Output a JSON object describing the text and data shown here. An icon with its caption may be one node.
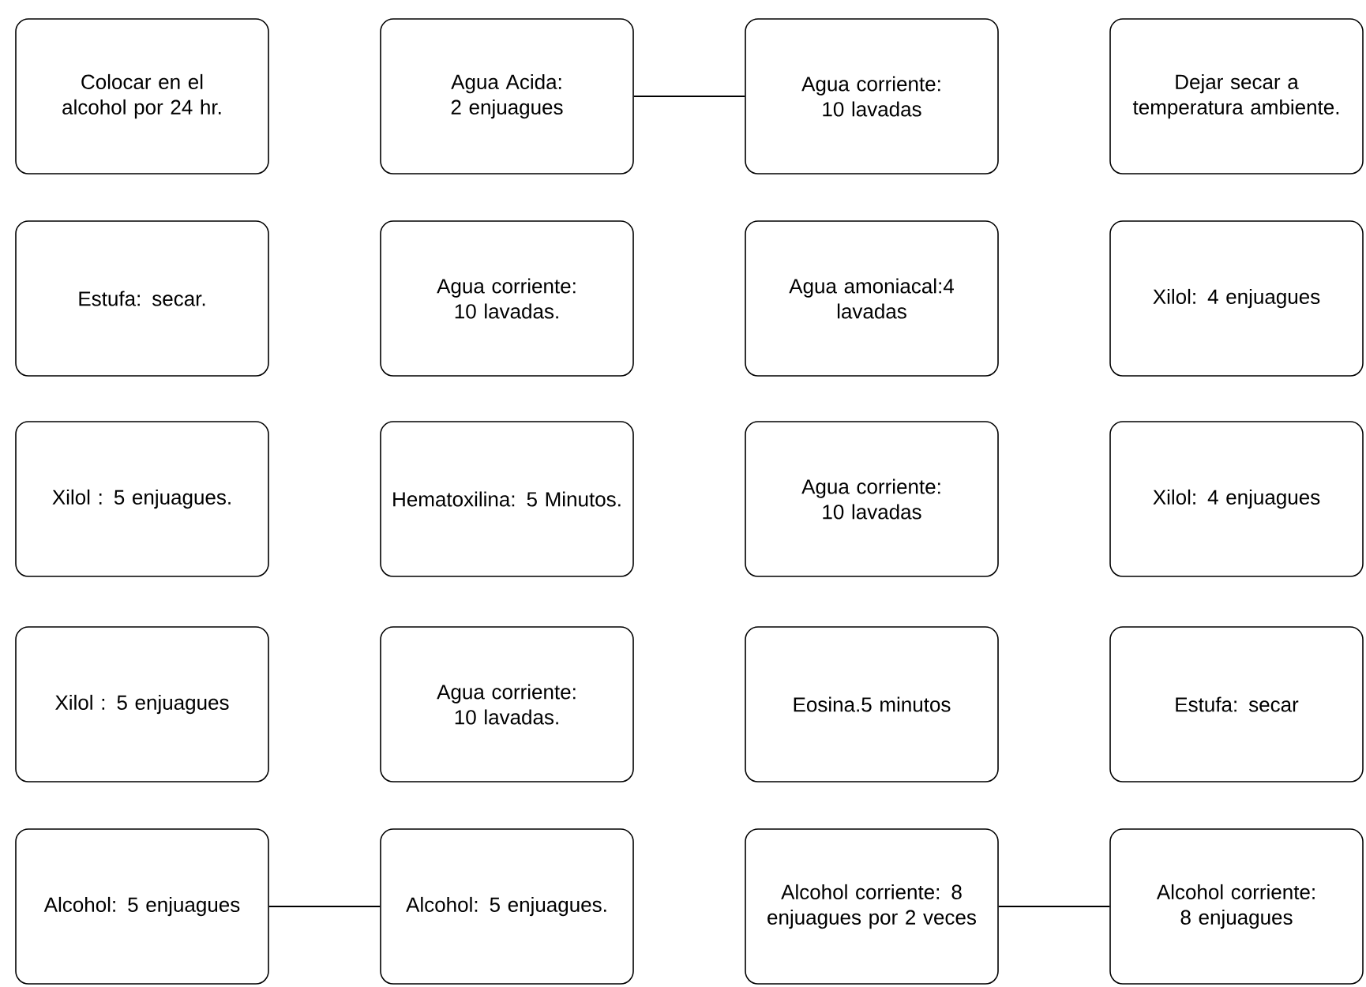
{
  "diagram": {
    "nodes": [
      {
        "text": [
          "Colocar en el alcohol por 24 hr."
        ]
      },
      {
        "text": [
          "Agua Acida: 2 enjuagues"
        ]
      },
      {
        "text": [
          "Agua corriente: 10 lavadas"
        ]
      },
      {
        "text": [
          "Dejar secar a temperatura ambiente."
        ]
      },
      {
        "text": [
          "Estufa: secar."
        ]
      },
      {
        "text": [
          "Agua corriente: 10 lavadas."
        ]
      },
      {
        "text": [
          "Agua amoniacal:4 lavadas"
        ]
      },
      {
        "text": [
          "Xilol: 4 enjuagues"
        ]
      },
      {
        "text": [
          "Xilol : 5 enjuagues."
        ]
      },
      {
        "text": [
          "Hematoxilina: 5 Minutos."
        ]
      },
      {
        "text": [
          "Agua corriente: 10 lavadas"
        ]
      },
      {
        "text": [
          "Xilol: 4 enjuagues"
        ]
      },
      {
        "text": [
          "Xilol : 5 enjuagues"
        ]
      },
      {
        "text": [
          "Agua corriente: 10 lavadas."
        ]
      },
      {
        "text": [
          "Eosina.5 minutos"
        ]
      },
      {
        "text": [
          "Estufa: secar"
        ]
      },
      {
        "text": [
          "Alcohol: 5 enjuagues"
        ]
      },
      {
        "text": [
          "Alcohol: 5 enjuagues."
        ]
      },
      {
        "text": [
          "Alcohol corriente: 8 enjuagues por 2 veces"
        ]
      },
      {
        "text": [
          "Alcohol corriente: 8 enjuagues"
        ]
      }
    ],
    "edges": [
      {
        "from": 1,
        "to": 2,
        "arrow": "none"
      },
      {
        "from": 16,
        "to": 17,
        "arrow": "none"
      },
      {
        "from": 18,
        "to": 19,
        "arrow": "none"
      }
    ]
  }
}
